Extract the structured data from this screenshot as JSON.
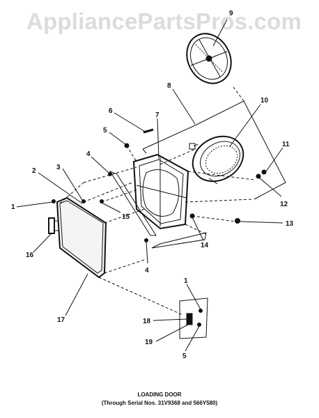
{
  "watermark": {
    "text": "AppliancePartsPros.com"
  },
  "caption": {
    "title": "LOADING DOOR",
    "subtitle": "(Through Serial Nos. 31V9368 and 566Y580)"
  },
  "callouts": [
    "9",
    "8",
    "10",
    "7",
    "6",
    "5",
    "11",
    "4",
    "3",
    "2",
    "1",
    "15",
    "12",
    "13",
    "14",
    "16",
    "4",
    "17",
    "1",
    "18",
    "19",
    "5"
  ],
  "colors": {
    "ink": "#111111",
    "watermark": "#dcdcdc",
    "panel": "#f4f4f4"
  }
}
